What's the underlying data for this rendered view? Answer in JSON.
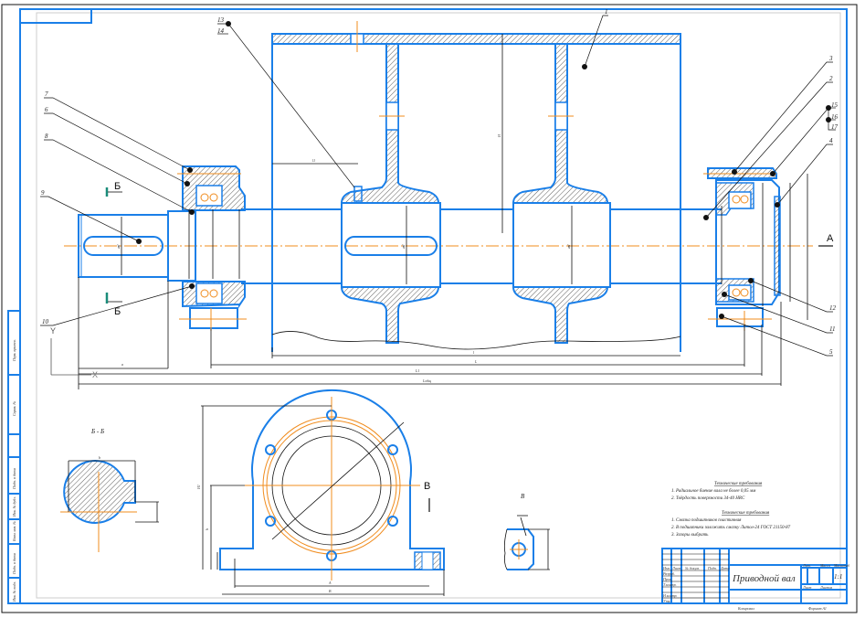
{
  "drawing": {
    "title": "Приводной вал",
    "sheet_scale": "1:1",
    "colors": {
      "outline": "#1a7fe8",
      "centerline": "#f08c1e",
      "dimension": "#111111",
      "section_mark": "#1a8c7a",
      "hatch": "#333333"
    },
    "leaders": {
      "left": [
        "7",
        "6",
        "8",
        "9",
        "13",
        "14"
      ],
      "right": [
        "3",
        "2",
        "15",
        "16",
        "17",
        "4",
        "12",
        "11",
        "5"
      ],
      "top": [
        "1"
      ],
      "bottom_left": "10"
    },
    "section_labels": {
      "b_top": "Б",
      "b_bottom": "Б",
      "a_arrow": "А",
      "b_view_arrow": "В",
      "section_bb_title": "Б - Б",
      "view_v_title": "В",
      "axis_x": "X",
      "axis_y": "Y"
    },
    "dimensions": {
      "d_shaft_left": "⌀d",
      "d_hub_left": "⌀d",
      "d_hub_right": "⌀d",
      "bottom_1": "a",
      "bottom_2": "l",
      "bottom_3": "L",
      "bottom_4": "L1",
      "bottom_5": "Lобщ",
      "left_dim": "l1",
      "height_dim": "H",
      "housing_h": "h",
      "housing_h2": "H1",
      "housing_width": "B",
      "housing_span": "A",
      "section_width": "b",
      "section_height": "t"
    },
    "notes": {
      "tech_req_title": "Технические требования",
      "tech_req": [
        "1. Радиальное биение вала не более 0,05 мм",
        "2. Твёрдость поверхности 34-40 HRC"
      ],
      "specs_title": "Технические требования",
      "specs": [
        "1. Смазка подшипников пластичная",
        "2. В подшипники заложить смазку Литол-24 ГОСТ 21150-87",
        "3. Зазоры выбрать"
      ]
    },
    "title_block": {
      "headers": [
        "Изм.",
        "Лист",
        "№ докум.",
        "Подп.",
        "Дата"
      ],
      "rows": [
        "Разраб.",
        "Пров.",
        "Т.контр.",
        "Н.контр.",
        "Утв."
      ],
      "lit": "Лит.",
      "mass": "Масса",
      "scale": "Масштаб",
      "sheet": "Лист",
      "sheets": "Листов",
      "copied": "Копировал",
      "format": "Формат A1"
    },
    "left_strip": [
      "Перв. примен.",
      "Справ. №",
      "Подп. и дата",
      "Инв. № дубл.",
      "Взам. инв. №",
      "Подп. и дата",
      "Инв. № подл."
    ]
  }
}
